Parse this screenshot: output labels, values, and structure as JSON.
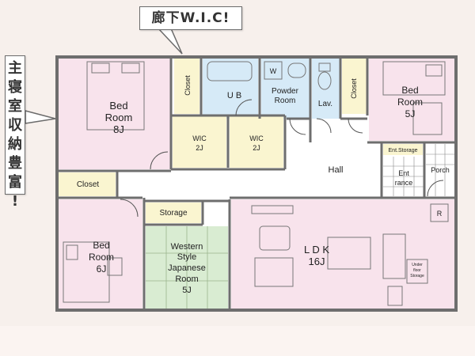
{
  "callouts": {
    "top": "廊下W.I.C!",
    "left": [
      "主",
      "寝",
      "室",
      "収",
      "納",
      "豊",
      "富",
      "!"
    ]
  },
  "rooms": {
    "bed_8j": {
      "name1": "Bed",
      "name2": "Room",
      "size": "8J"
    },
    "closet_a": "Closet",
    "ub": "U B",
    "powder1": "Powder",
    "powder2": "Room",
    "lav": "Lav.",
    "closet_b": "Closet",
    "bed_5j": {
      "name1": "Bed",
      "name2": "Room",
      "size": "5J"
    },
    "wic1": {
      "name": "WIC",
      "size": "2J"
    },
    "wic2": {
      "name": "WIC",
      "size": "2J"
    },
    "ent_storage": "Ent.Storage",
    "hall": "Hall",
    "entrance1": "Ent",
    "entrance2": "rance",
    "porch": "Porch",
    "closet_c": "Closet",
    "storage": "Storage",
    "bed_6j": {
      "name1": "Bed",
      "name2": "Room",
      "size": "6J"
    },
    "western": {
      "l1": "Western",
      "l2": "Style",
      "l3": "Japanese",
      "l4": "Room",
      "size": "5J"
    },
    "ldk": {
      "name": "L D K",
      "size": "16J"
    },
    "under_floor": {
      "l1": "Under",
      "l2": "floor",
      "l3": "Storage"
    },
    "w_mark": "W",
    "r_mark": "R"
  },
  "colors": {
    "pink": "#f8e3ec",
    "yellow": "#faf5d0",
    "blue": "#d6eaf7",
    "green": "#d9ecd2",
    "white": "#ffffff",
    "wall": "#6e6e6e"
  }
}
